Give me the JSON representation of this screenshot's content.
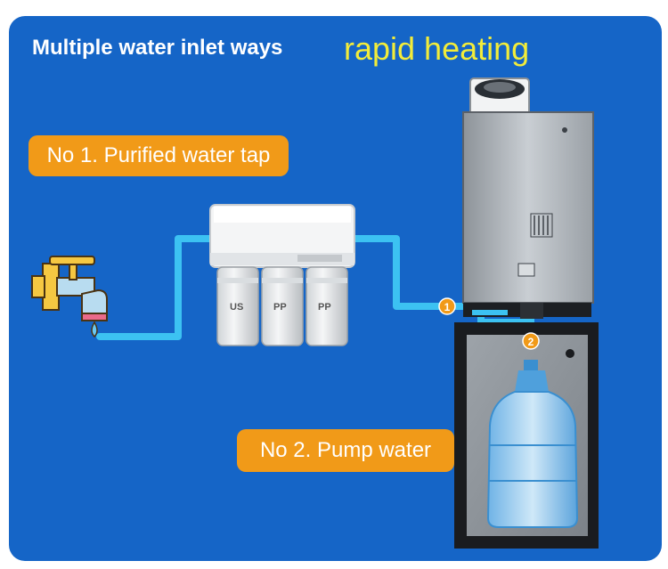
{
  "header": {
    "title": "Multiple water inlet ways",
    "highlight": "rapid heating"
  },
  "labels": {
    "purified": "No 1. Purified water tap",
    "pump": "No 2. Pump water"
  },
  "markers": {
    "one": "1",
    "two": "2"
  },
  "filters": {
    "us": "US",
    "pp1": "PP",
    "pp2": "PP"
  },
  "colors": {
    "background": "#1565c7",
    "label_bg": "#f19a18",
    "title_highlight": "#f2ec3a",
    "pipe": "#3cc2f2",
    "marker": "#f19a18"
  }
}
